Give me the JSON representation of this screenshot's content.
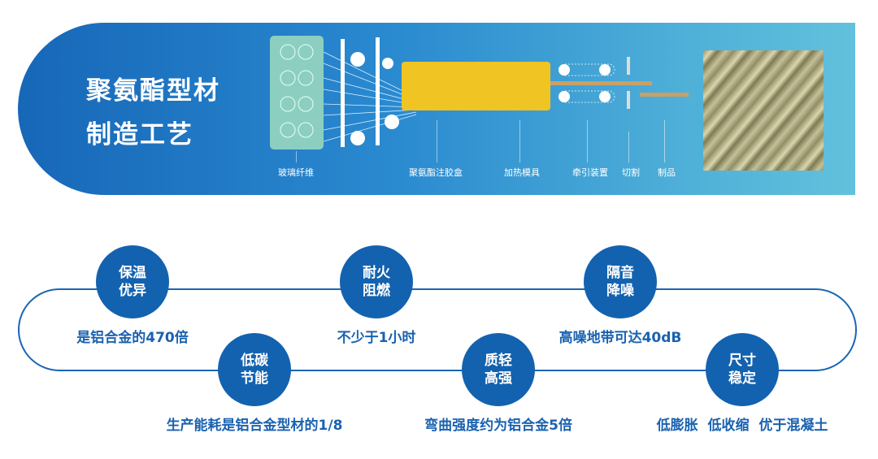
{
  "banner": {
    "title_line1": "聚氨酯型材",
    "title_line2": "制造工艺",
    "labels": [
      "玻璃纤维",
      "聚氨酯注胶盒",
      "加热模具",
      "牵引装置",
      "切割",
      "制品"
    ]
  },
  "features": [
    {
      "title1": "保温",
      "title2": "优异",
      "desc": "是铝合金的470倍"
    },
    {
      "title1": "低碳",
      "title2": "节能",
      "desc": "生产能耗是铝合金型材的1/8"
    },
    {
      "title1": "耐火",
      "title2": "阻燃",
      "desc": "不少于1小时"
    },
    {
      "title1": "质轻",
      "title2": "高强",
      "desc": "弯曲强度约为铝合金5倍"
    },
    {
      "title1": "隔音",
      "title2": "降噪",
      "desc": "高噪地带可达40dB"
    },
    {
      "title1": "尺寸",
      "title2": "稳定",
      "desc": "低膨胀  低收缩  优于混凝土"
    }
  ],
  "colors": {
    "primary": "#1362b0",
    "glue_box": "#efc423",
    "fiber_rack": "#8ccfc0",
    "product_rod": "#c9a067"
  }
}
